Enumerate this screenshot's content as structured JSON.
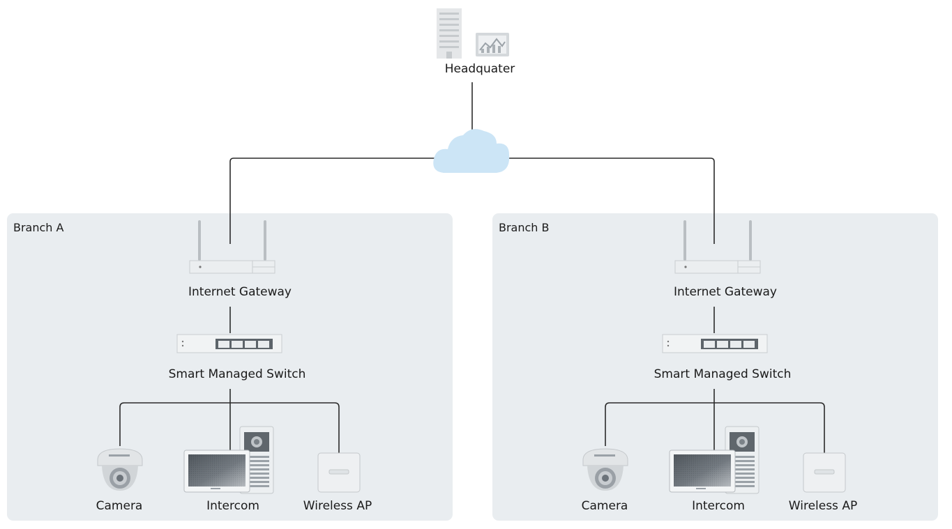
{
  "headquarter": {
    "label": "Headquater"
  },
  "branches": [
    {
      "title": "Branch A",
      "gateway_label": "Internet Gateway",
      "switch_label": "Smart Managed Switch",
      "devices": [
        "Camera",
        "Intercom",
        "Wireless AP"
      ]
    },
    {
      "title": "Branch B",
      "gateway_label": "Internet Gateway",
      "switch_label": "Smart Managed Switch",
      "devices": [
        "Camera",
        "Intercom",
        "Wireless AP"
      ]
    }
  ],
  "colors": {
    "panel": "#e9edf0",
    "line": "#2a2a2a",
    "cloud": "#cce5f6",
    "device": "#dfe3e6",
    "device_dark": "#555c63"
  },
  "icons": [
    "building-icon",
    "chart-board-icon",
    "cloud-icon",
    "router-icon",
    "switch-icon",
    "dome-camera-icon",
    "intercom-monitor-icon",
    "door-station-icon",
    "wireless-ap-icon"
  ]
}
